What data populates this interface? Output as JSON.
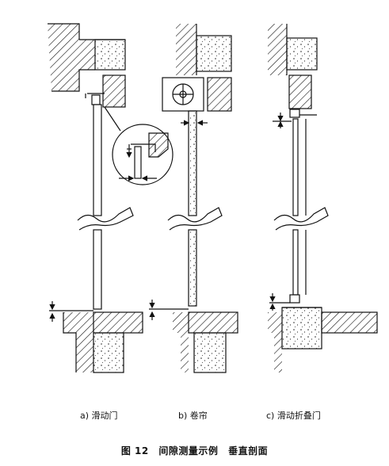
{
  "figure": {
    "number_label": "图 12",
    "title": "间隙测量示例",
    "subtitle": "垂直剖面"
  },
  "panels": [
    {
      "id": "a",
      "caption": "a) 滑动门"
    },
    {
      "id": "b",
      "caption": "b) 卷帘"
    },
    {
      "id": "c",
      "caption": "c) 滑动折叠门"
    }
  ]
}
